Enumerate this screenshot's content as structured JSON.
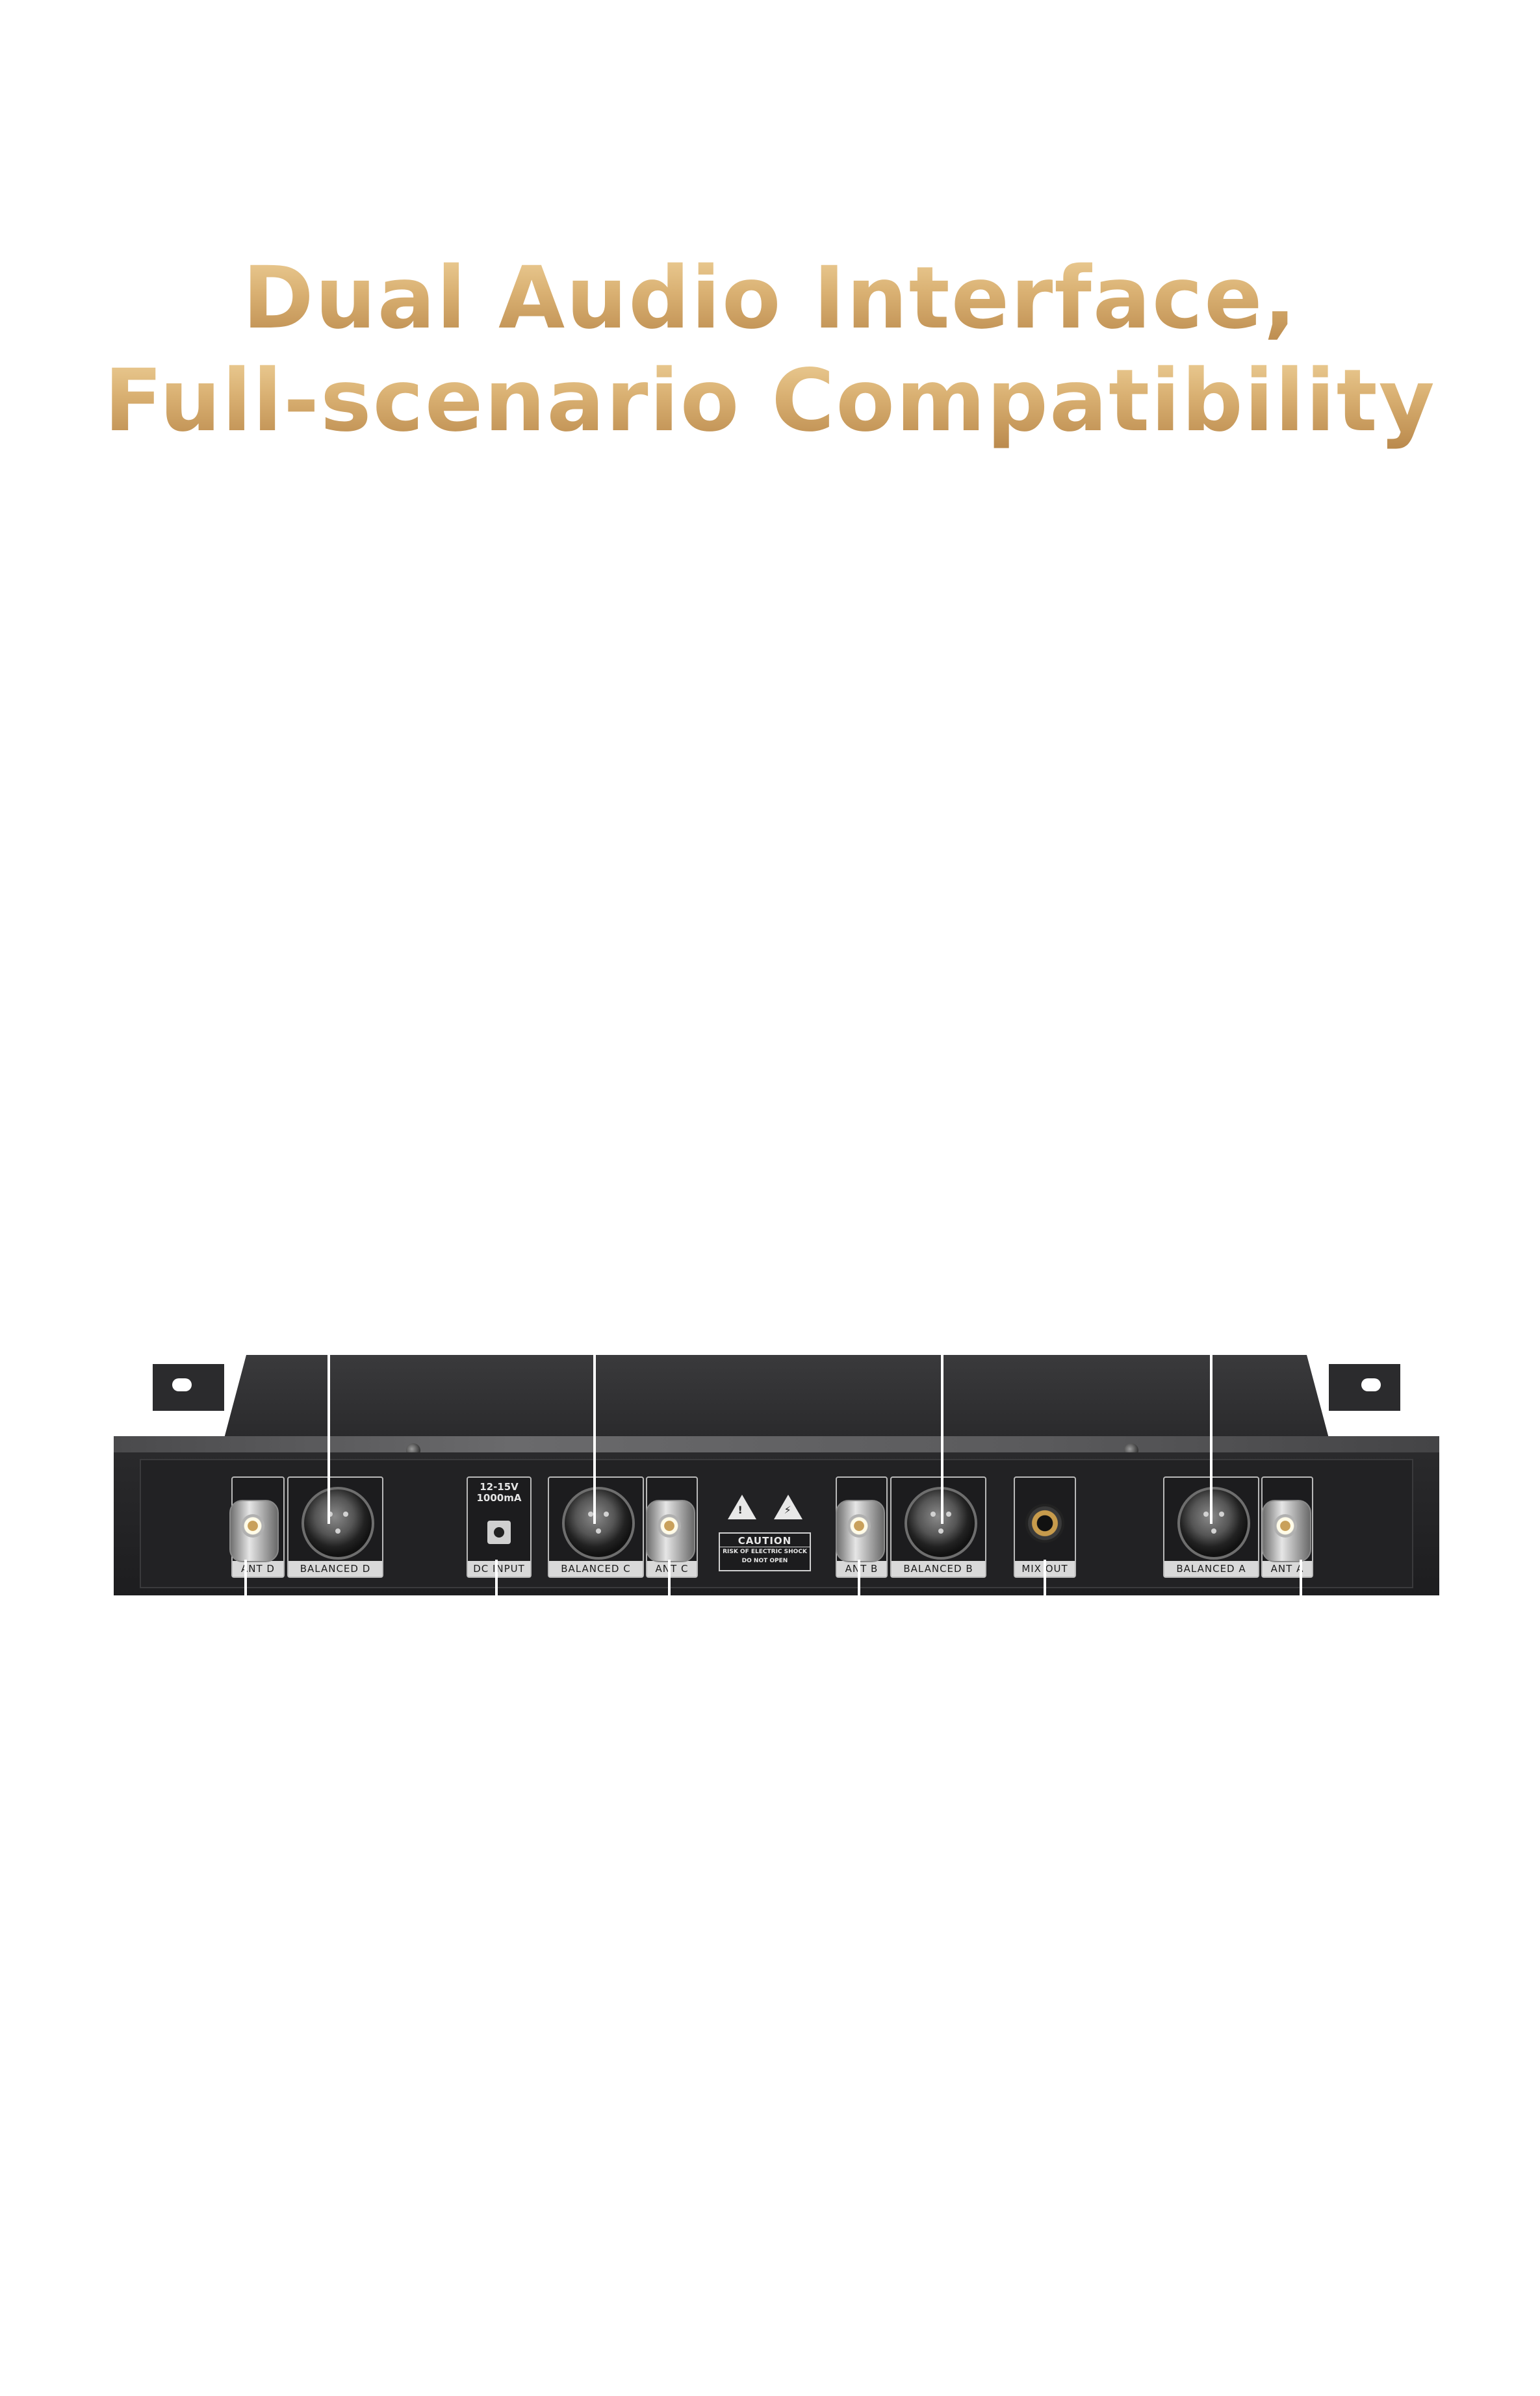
{
  "headline": {
    "line1": "Dual Audio Interface,",
    "line2": "Full-scenario Compatibility"
  },
  "device": {
    "power": {
      "spec": "12-15V\n1000mA",
      "label": "DC INPUT"
    },
    "ports": {
      "ant_d": "ANT D",
      "balanced_d": "BALANCED D",
      "balanced_c": "BALANCED C",
      "ant_c": "ANT C",
      "ant_b": "ANT B",
      "balanced_b": "BALANCED B",
      "mix_out": "MIX OUT",
      "balanced_a": "BALANCED A",
      "ant_a": "ANT A"
    },
    "caution": {
      "title": "CAUTION",
      "line1": "RISK OF ELECTRIC SHOCK",
      "line2": "DO NOT OPEN"
    }
  },
  "colors": {
    "headline_gold": "#d9b072",
    "chassis": "#222224",
    "background": "#ffffff"
  }
}
